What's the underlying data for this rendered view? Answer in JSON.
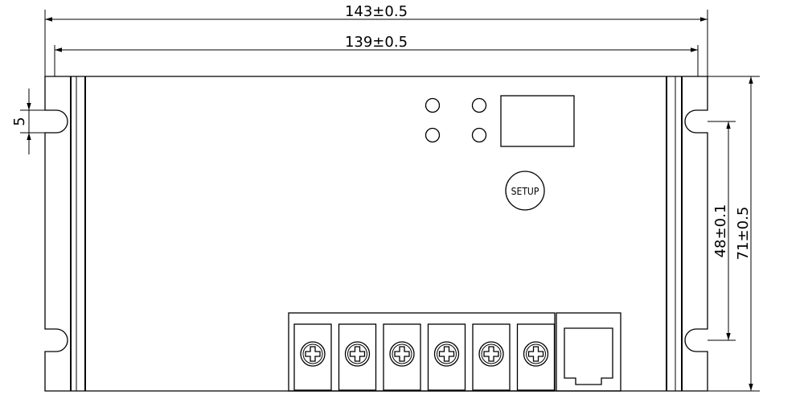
{
  "dimensions": {
    "overall_width": "143±0.5",
    "inner_width": "139±0.5",
    "slot_height": "5",
    "hole_spacing": "48±0.1",
    "overall_height": "71±0.5"
  },
  "panel": {
    "setup_button_label": "SETUP",
    "indicator_led_count": 4,
    "terminal_count": 6
  }
}
